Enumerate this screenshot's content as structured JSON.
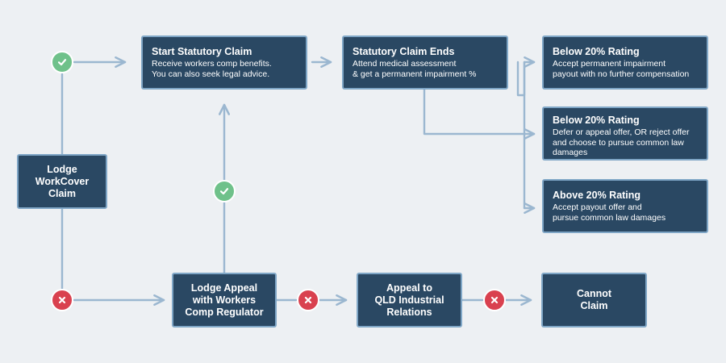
{
  "colors": {
    "background": "#edf0f3",
    "box_fill": "#2a4863",
    "box_border": "#7fa6c6",
    "arrow": "#9bb7d0",
    "yes_badge": "#6fc18a",
    "no_badge": "#d9414f"
  },
  "nodes": {
    "lodge_workcover": {
      "lines": [
        "Lodge",
        "WorkCover",
        "Claim"
      ]
    },
    "start_statutory": {
      "title": "Start Statutory Claim",
      "lines": [
        "Receive workers comp benefits.",
        "You can also seek legal advice."
      ]
    },
    "statutory_ends": {
      "title": "Statutory Claim Ends",
      "lines": [
        "Attend medical assessment",
        "& get a permanent impairment %"
      ]
    },
    "below20_a": {
      "title": "Below 20% Rating",
      "lines": [
        "Accept permanent impairment",
        "payout with no further compensation"
      ]
    },
    "below20_b": {
      "title": "Below 20% Rating",
      "lines": [
        "Defer or appeal offer, OR reject offer",
        "and choose to pursue common law",
        "damages"
      ]
    },
    "above20": {
      "title": "Above 20% Rating",
      "lines": [
        "Accept payout offer and",
        "pursue common law damages"
      ]
    },
    "lodge_appeal": {
      "lines": [
        "Lodge Appeal",
        "with Workers",
        "Comp Regulator"
      ]
    },
    "appeal_qld": {
      "lines": [
        "Appeal to",
        "QLD Industrial",
        "Relations"
      ]
    },
    "cannot_claim": {
      "lines": [
        "Cannot",
        "Claim"
      ]
    }
  },
  "badges": {
    "yes_icon": "check-icon",
    "no_icon": "cross-icon"
  }
}
